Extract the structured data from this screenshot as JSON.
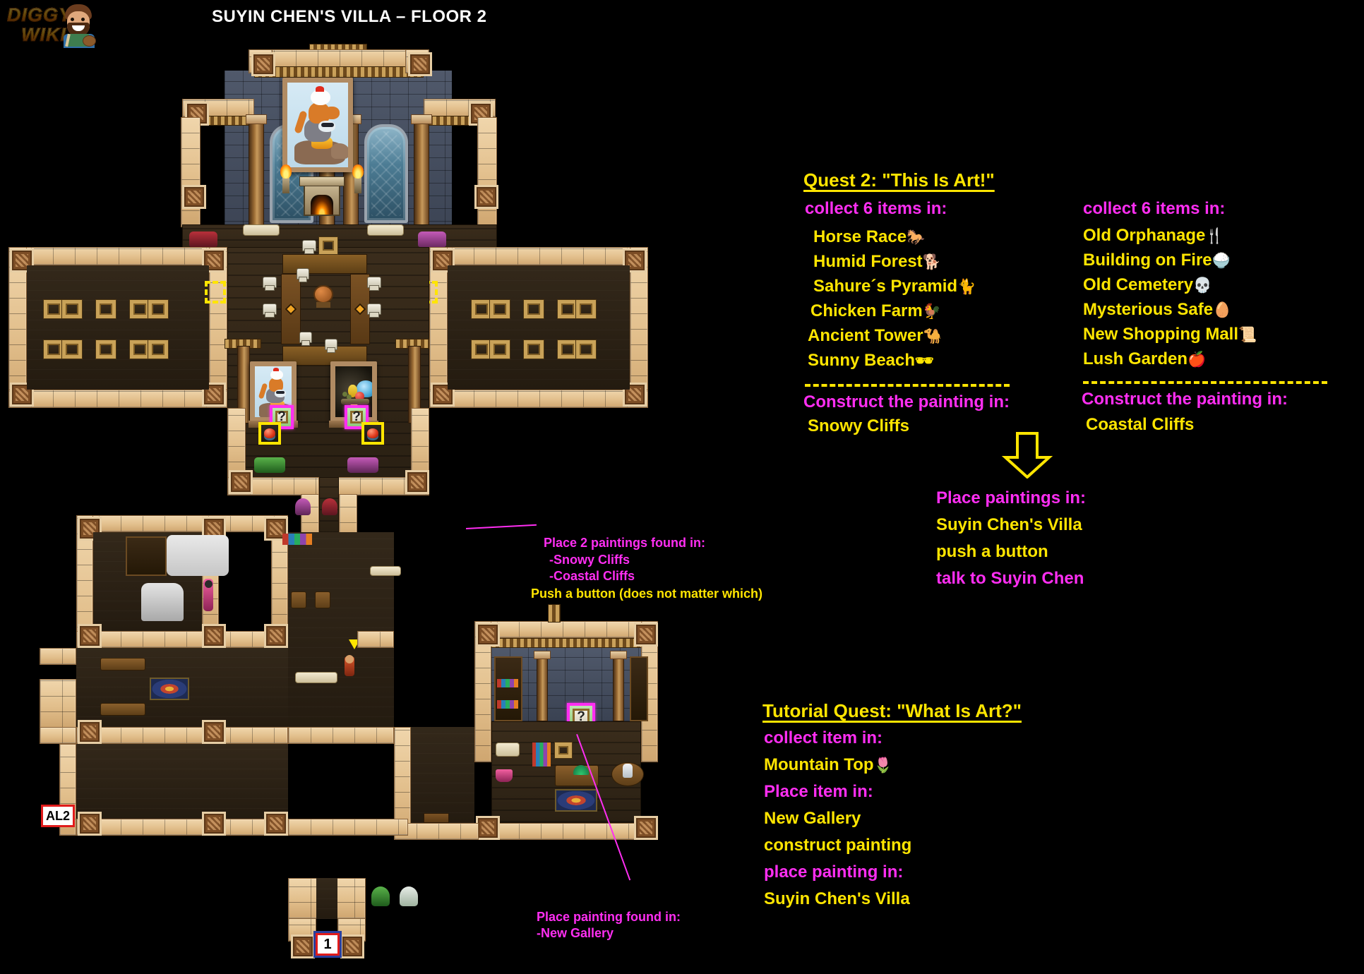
{
  "site": {
    "logo_line1": "DIGGY'S",
    "logo_line2": "WIKI"
  },
  "header": {
    "title": "SUYIN CHEN'S VILLA – FLOOR 2"
  },
  "quest2": {
    "heading": "Quest 2: \"This Is Art!\"",
    "left": {
      "subhead": "collect 6 items in:",
      "items": [
        {
          "label": "Horse Race",
          "icon": "horse-emoji",
          "glyph": "🐎"
        },
        {
          "label": "Humid Forest",
          "icon": "dog-emoji",
          "glyph": "🐕"
        },
        {
          "label": "Sahure´s Pyramid",
          "icon": "cat-emoji",
          "glyph": "🐈"
        },
        {
          "label": "Chicken Farm",
          "icon": "chicken-emoji",
          "glyph": "🐓"
        },
        {
          "label": "Ancient Tower",
          "icon": "camel-emoji",
          "glyph": "🐪"
        },
        {
          "label": "Sunny Beach",
          "icon": "sunglasses-emoji",
          "glyph": "🕶"
        }
      ],
      "construct_label": "Construct the painting in:",
      "construct_place": "Snowy Cliffs"
    },
    "right": {
      "subhead": "collect 6 items in:",
      "items": [
        {
          "label": "Old Orphanage",
          "icon": "crossed-utensils-emoji",
          "glyph": "🍴"
        },
        {
          "label": "Building on Fire",
          "icon": "bowl-emoji",
          "glyph": "🍚"
        },
        {
          "label": "Old Cemetery",
          "icon": "skull-emoji",
          "glyph": "💀"
        },
        {
          "label": "Mysterious Safe",
          "icon": "golden-egg-emoji",
          "glyph": "🥚"
        },
        {
          "label": "New Shopping Mall",
          "icon": "scroll-emoji",
          "glyph": "📜"
        },
        {
          "label": "Lush Garden",
          "icon": "apple-emoji",
          "glyph": "🍎"
        }
      ],
      "construct_label": "Construct the painting in:",
      "construct_place": "Coastal Cliffs"
    },
    "outcome": {
      "place_label": "Place paintings in:",
      "place_value": "Suyin Chen's Villa",
      "step2": "push a button",
      "step3": "talk to Suyin Chen"
    }
  },
  "tutorial_quest": {
    "heading": "Tutorial Quest: \"What Is Art?\"",
    "collect_label": "collect item in:",
    "collect_value": "Mountain Top",
    "collect_icon": "flower-emoji",
    "collect_glyph": "🌷",
    "place_item_label": "Place item in:",
    "place_item_value": "New Gallery",
    "construct_line": "construct painting",
    "place_painting_label": "place painting in:",
    "place_painting_value": "Suyin Chen's Villa"
  },
  "map_annotations": {
    "paintings_note": {
      "title": "Place 2 paintings found in:",
      "line1": "-Snowy Cliffs",
      "line2": "-Coastal Cliffs",
      "footer": "Push a button (does not matter which)"
    },
    "gallery_note": {
      "title": "Place painting found in:",
      "line1": "-New Gallery"
    }
  },
  "map_markers": {
    "stairs_left": "AL2",
    "stairs_bottom": "1",
    "placeholder_symbol": "?"
  },
  "colors": {
    "accent_yellow": "#ffe500",
    "accent_magenta": "#ff2ef2",
    "title_white": "#ffffff",
    "background": "#000000",
    "marker_red": "#e01b1b"
  }
}
